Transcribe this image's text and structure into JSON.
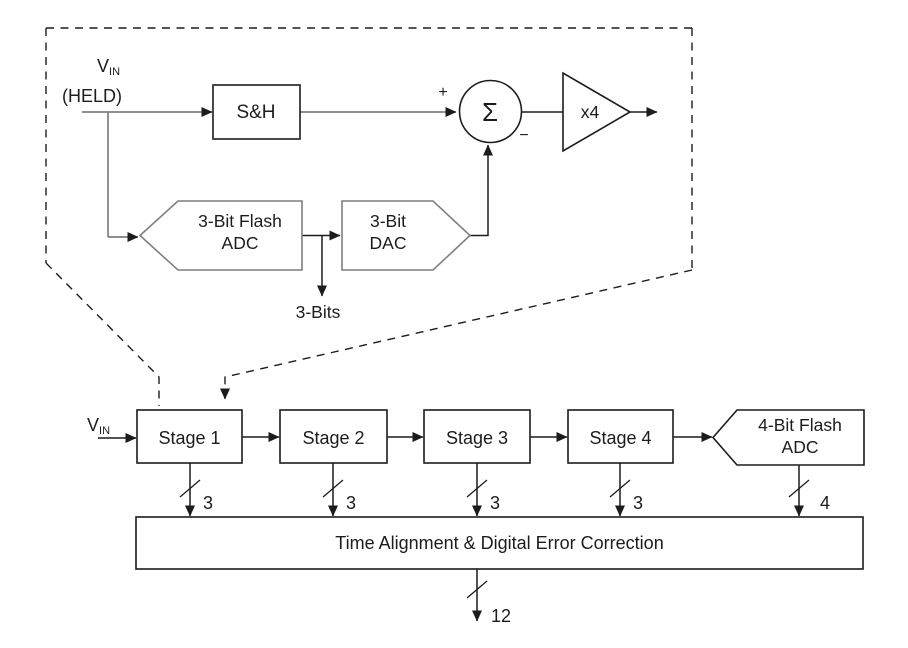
{
  "colors": {
    "line_gray": "#7f7f7f",
    "line_black": "#1c1c1c",
    "background": "#ffffff"
  },
  "stage_detail": {
    "input_label": {
      "main": "V",
      "sub": "IN",
      "held": "(HELD)"
    },
    "sample_hold_label": "S&H",
    "summer": {
      "symbol": "Σ",
      "plus": "+",
      "minus": "−"
    },
    "amplifier_label": "x4",
    "flash_adc": {
      "line1": "3-Bit Flash",
      "line2": "ADC"
    },
    "dac": {
      "line1": "3-Bit",
      "line2": "DAC"
    },
    "adc_output_label": "3-Bits"
  },
  "pipeline": {
    "input_label": {
      "main": "V",
      "sub": "IN"
    },
    "stages": [
      {
        "label": "Stage 1",
        "bus_bits": "3"
      },
      {
        "label": "Stage 2",
        "bus_bits": "3"
      },
      {
        "label": "Stage 3",
        "bus_bits": "3"
      },
      {
        "label": "Stage 4",
        "bus_bits": "3"
      }
    ],
    "flash_adc": {
      "line1": "4-Bit Flash",
      "line2": "ADC",
      "bus_bits": "4"
    },
    "correction_label": "Time Alignment & Digital Error Correction",
    "output_bits": "12"
  }
}
